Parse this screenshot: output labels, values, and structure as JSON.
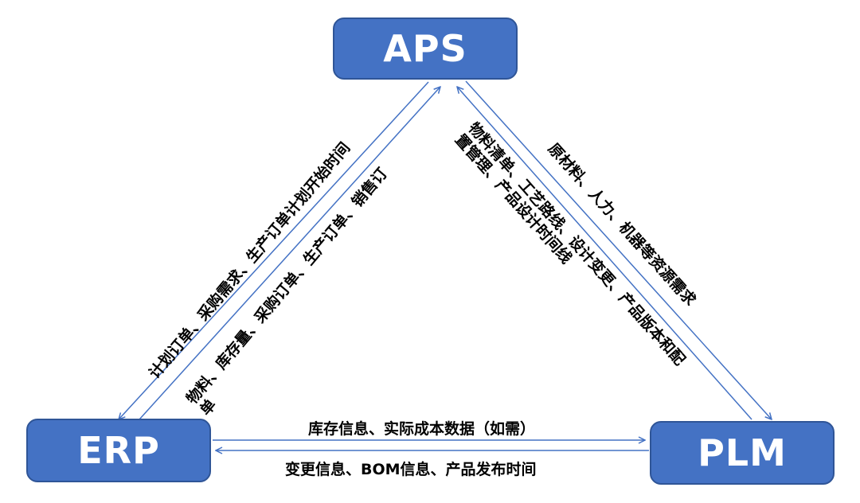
{
  "nodes": {
    "aps": "APS",
    "erp": "ERP",
    "plm": "PLM"
  },
  "edges": {
    "aps_to_erp": "计划订单、采购需求、生产订单计划开始时间",
    "erp_to_aps_line1": "物料、库存量、采购订单、生产订单、销售订",
    "erp_to_aps_line2": "单",
    "plm_to_aps_line1": "物料清单、工艺路线、设计变更、产品版本和配",
    "plm_to_aps_line2": "置管理、产品设计时间线",
    "aps_to_plm": "原材料、人力、机器等资源需求",
    "erp_to_plm": "库存信息、实际成本数据（如需）",
    "plm_to_erp": "变更信息、BOM信息、产品发布时间"
  },
  "colors": {
    "node_fill": "#4472c4",
    "node_border": "#2f5597",
    "arrow": "#4472c4"
  }
}
